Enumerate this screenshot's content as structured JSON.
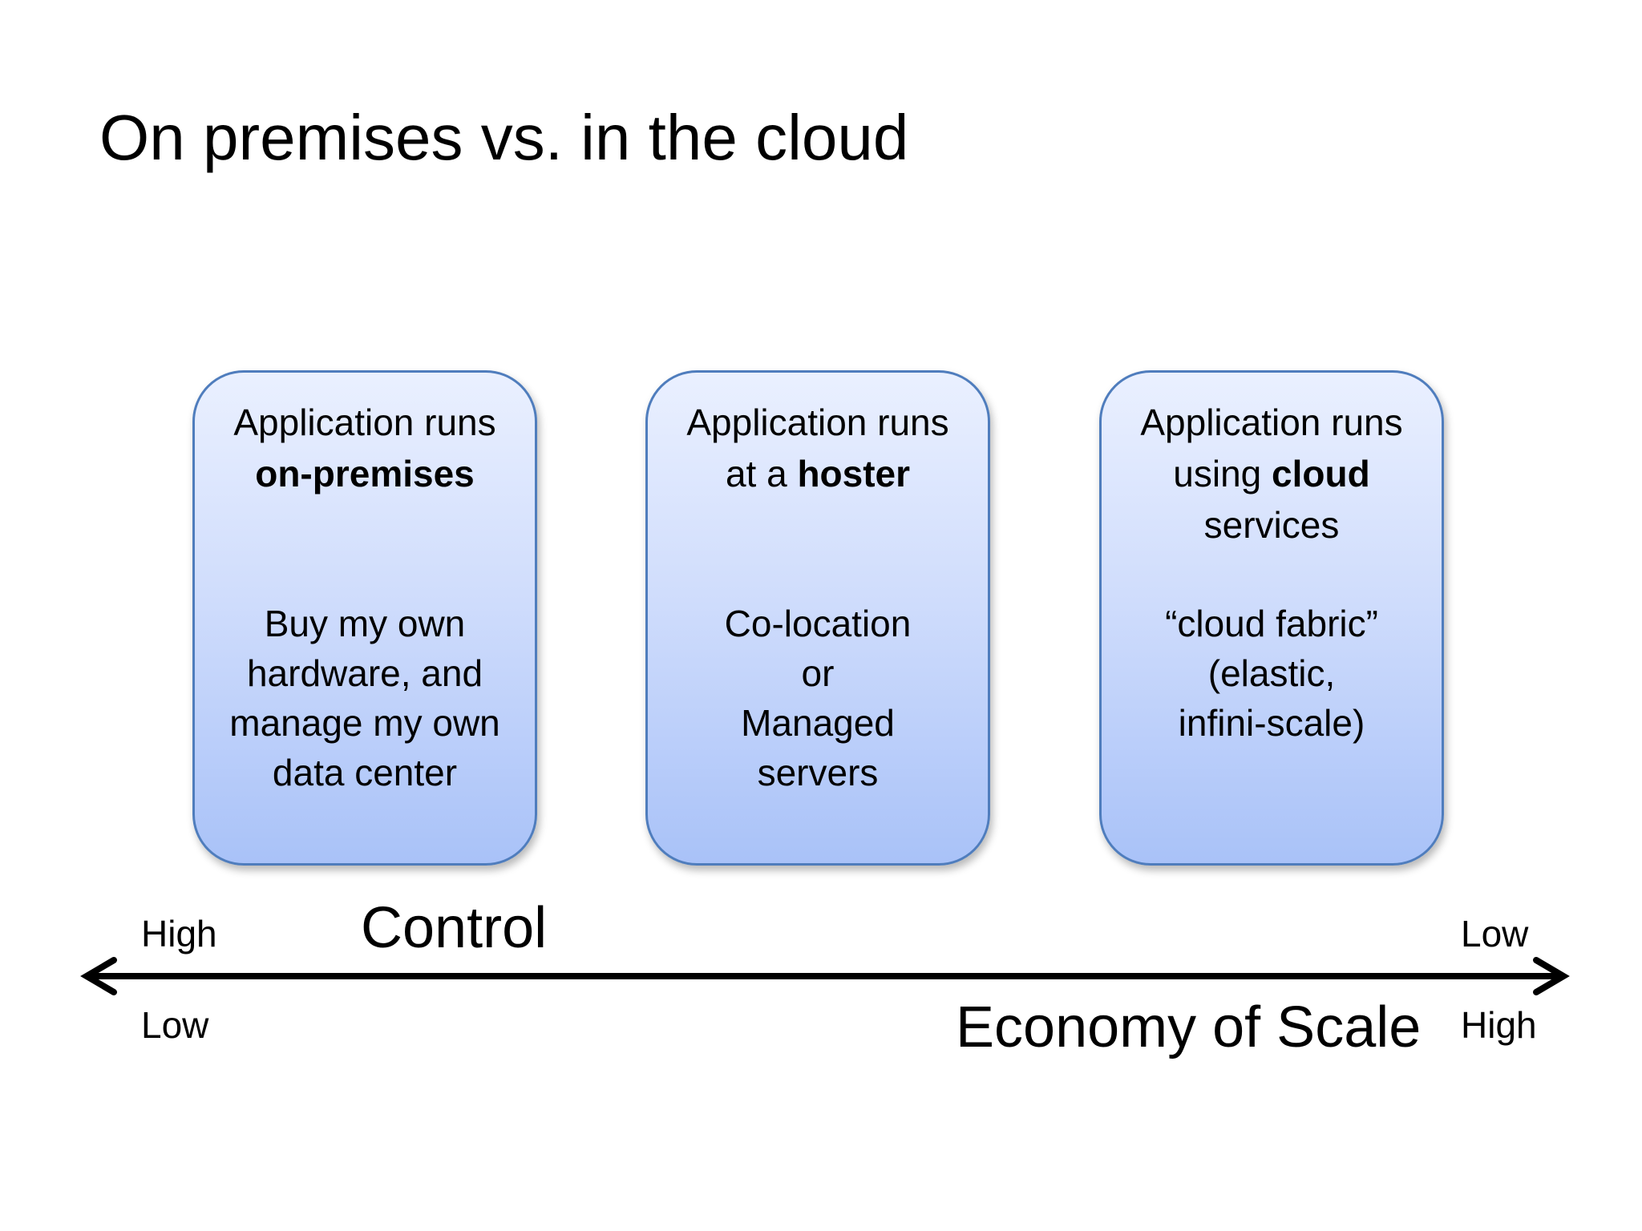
{
  "title": "On premises vs. in the cloud",
  "boxes": [
    {
      "head_lines": [
        {
          "prefix": "Application runs",
          "strong": ""
        },
        {
          "prefix": "",
          "strong": "on-premises"
        }
      ],
      "body_lines": [
        "Buy my own",
        "hardware, and",
        "manage my own",
        "data center"
      ]
    },
    {
      "head_lines": [
        {
          "prefix": "Application runs",
          "strong": ""
        },
        {
          "prefix": "at a ",
          "strong": "hoster"
        }
      ],
      "body_lines": [
        "Co-location",
        "or",
        "Managed",
        "servers"
      ]
    },
    {
      "head_lines": [
        {
          "prefix": "Application runs",
          "strong": ""
        },
        {
          "prefix": "using ",
          "strong": "cloud"
        },
        {
          "prefix": "services",
          "strong": ""
        }
      ],
      "body_lines": [
        "“cloud fabric”",
        "(elastic,",
        "infini-scale)"
      ]
    }
  ],
  "axis": {
    "control_label": "Control",
    "control_left": "High",
    "control_right": "Low",
    "scale_label": "Economy of Scale",
    "scale_left": "Low",
    "scale_right": "High"
  },
  "colors": {
    "box_border": "#4f7dbd",
    "box_fill_top": "#eaf0ff",
    "box_fill_bottom": "#a9c2f8",
    "arrow": "#000000"
  }
}
